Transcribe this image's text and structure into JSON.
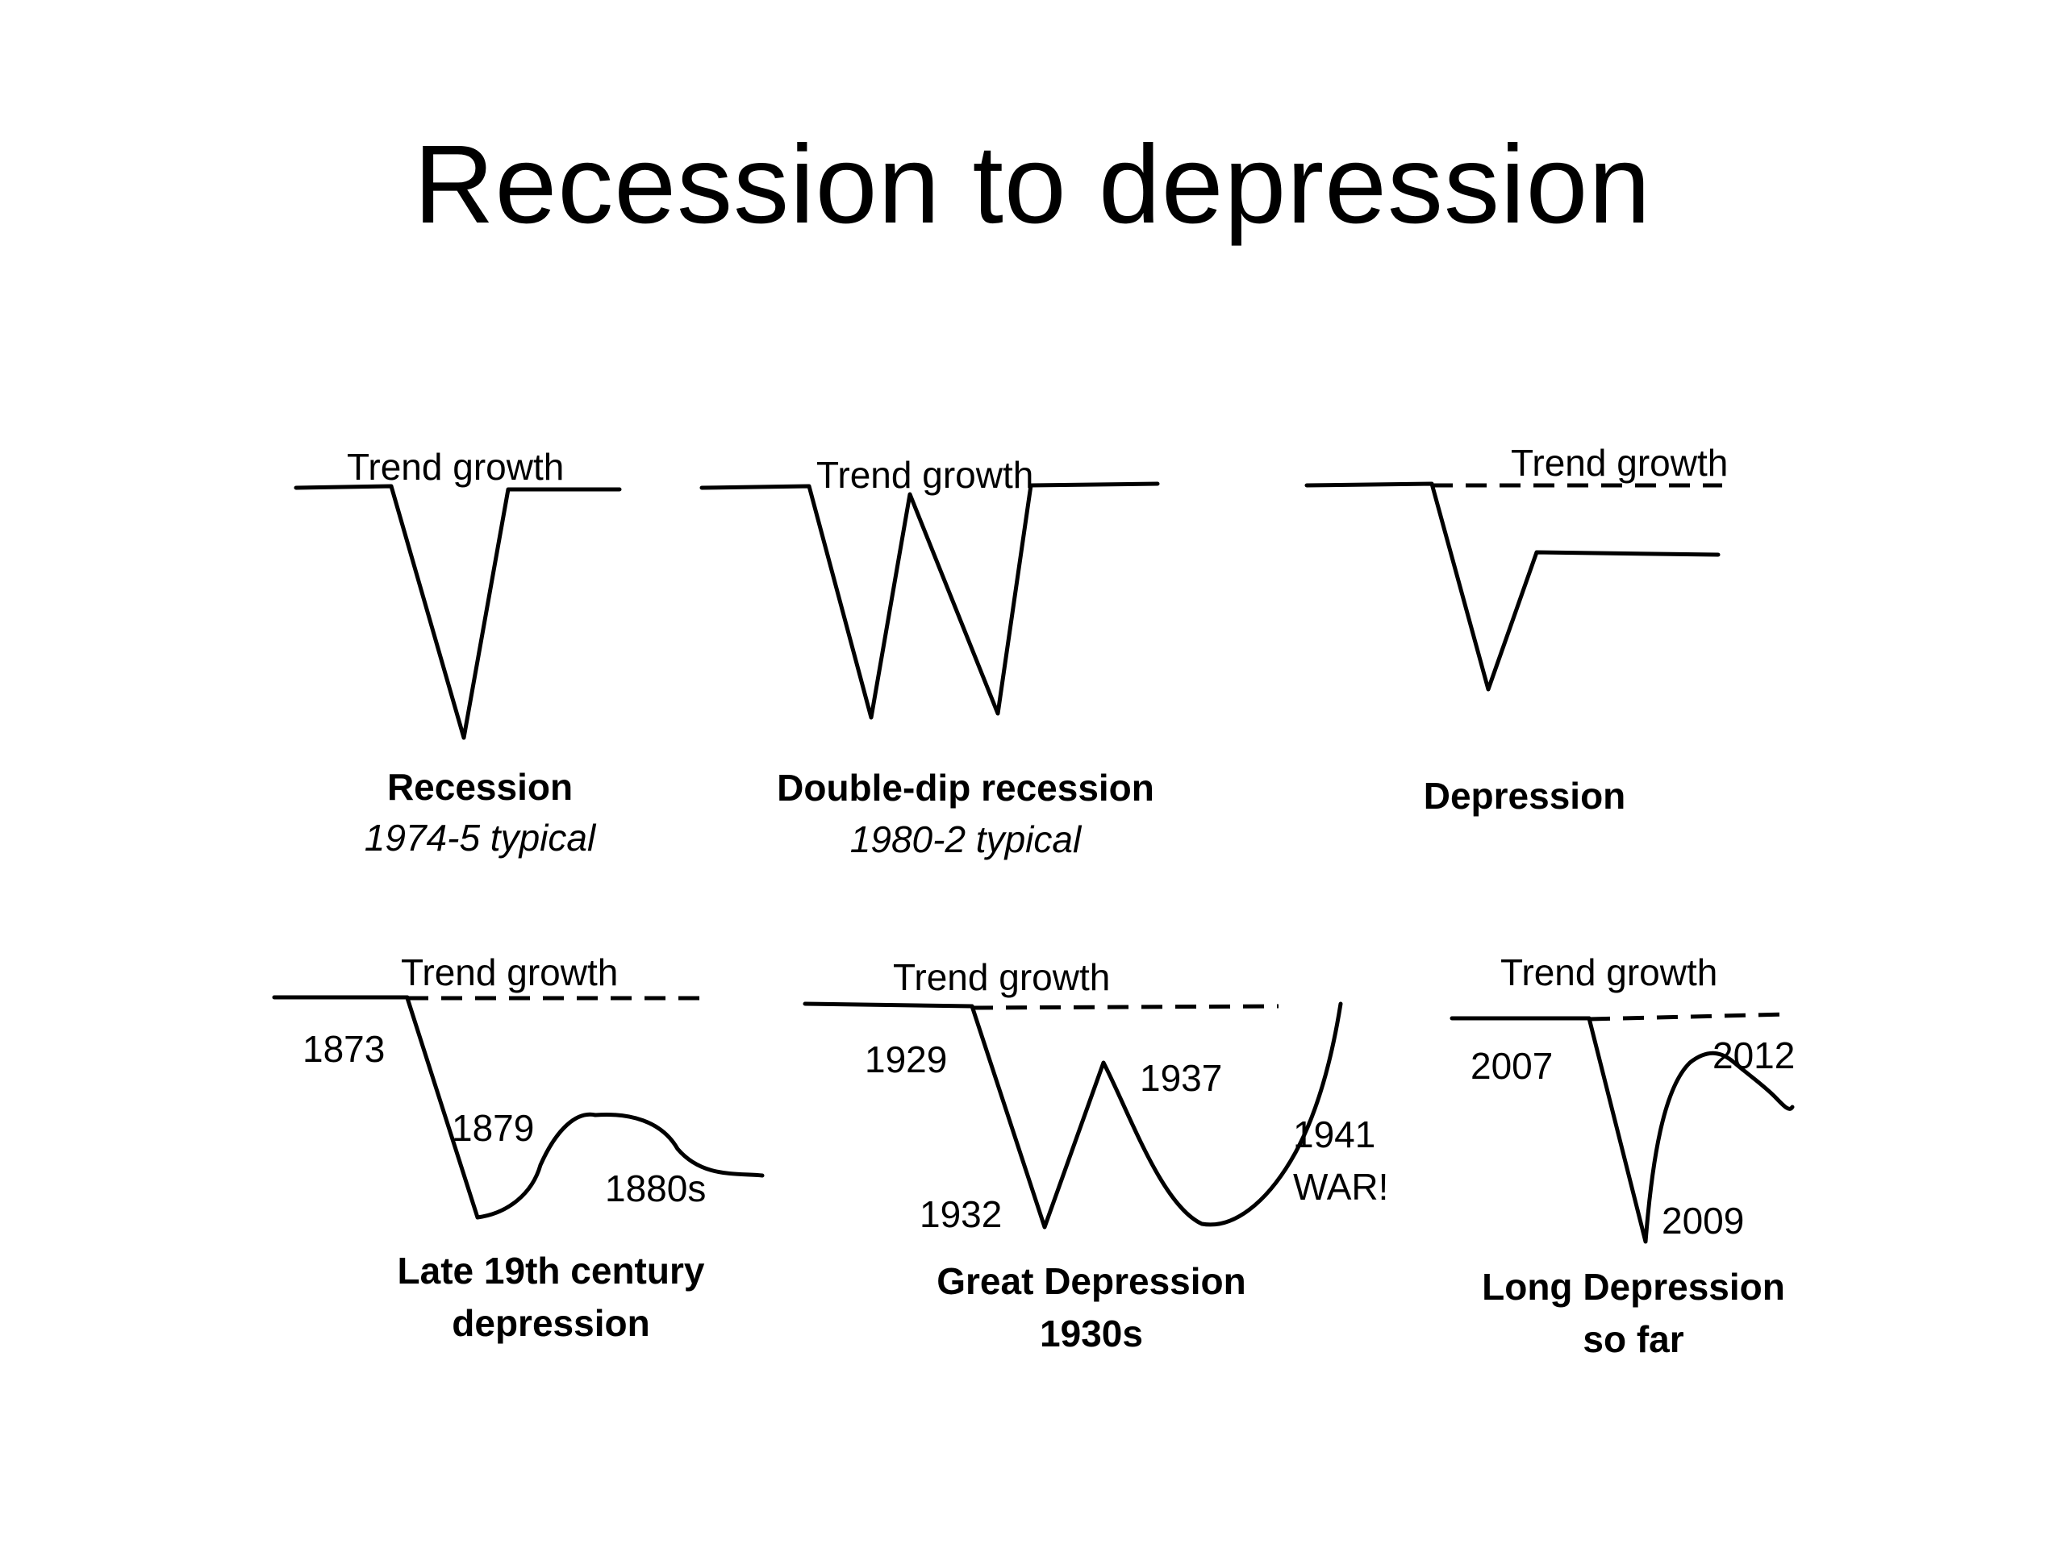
{
  "title": "Recession to depression",
  "panels": {
    "recession": {
      "trend": "Trend growth",
      "caption": "Recession",
      "subcaption": "1974-5 typical"
    },
    "double_dip": {
      "trend": "Trend growth",
      "caption": "Double-dip recession",
      "subcaption": "1980-2 typical"
    },
    "depression": {
      "trend": "Trend growth",
      "caption": "Depression"
    },
    "late19": {
      "trend": "Trend growth",
      "years": [
        "1873",
        "1879",
        "1880s"
      ],
      "caption_lines": [
        "Late 19th century",
        "depression"
      ]
    },
    "great": {
      "trend": "Trend growth",
      "years": [
        "1929",
        "1937",
        "1932",
        "1941",
        "WAR!"
      ],
      "caption_lines": [
        "Great Depression",
        "1930s"
      ]
    },
    "long": {
      "trend": "Trend growth",
      "years": [
        "2007",
        "2012",
        "2009"
      ],
      "caption_lines": [
        "Long Depression",
        "so far"
      ]
    }
  }
}
